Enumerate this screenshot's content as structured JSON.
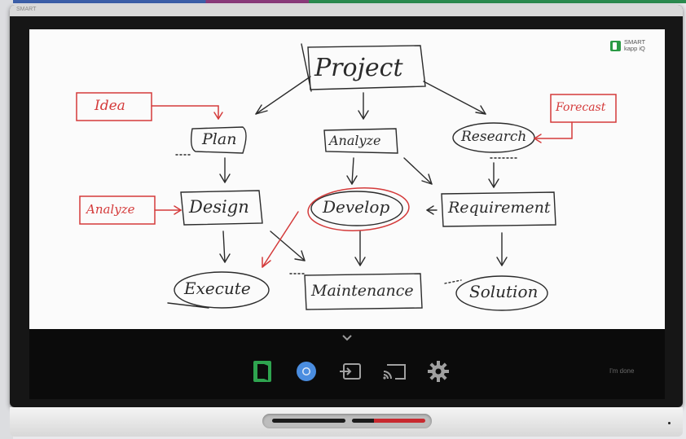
{
  "device": {
    "brand": "SMART",
    "done_label": "I'm done"
  },
  "whiteboard": {
    "app_logo": {
      "line1": "SMART",
      "line2": "kapp iQ"
    },
    "nodes": {
      "project": "Project",
      "plan": "Plan",
      "analyze_mid": "Analyze",
      "research": "Research",
      "design": "Design",
      "develop": "Develop",
      "requirement": "Requirement",
      "execute": "Execute",
      "maintenance": "Maintenance",
      "solution": "Solution"
    },
    "annotations": {
      "idea": "Idea",
      "forecast": "Forecast",
      "analyze_left": "Analyze"
    },
    "ink_colors": {
      "black": "#2b2b2b",
      "red": "#d43a3a"
    }
  },
  "dock": {
    "icons": [
      "kapp-icon",
      "browser-icon",
      "input-icon",
      "screen-share-icon",
      "settings-icon"
    ]
  }
}
